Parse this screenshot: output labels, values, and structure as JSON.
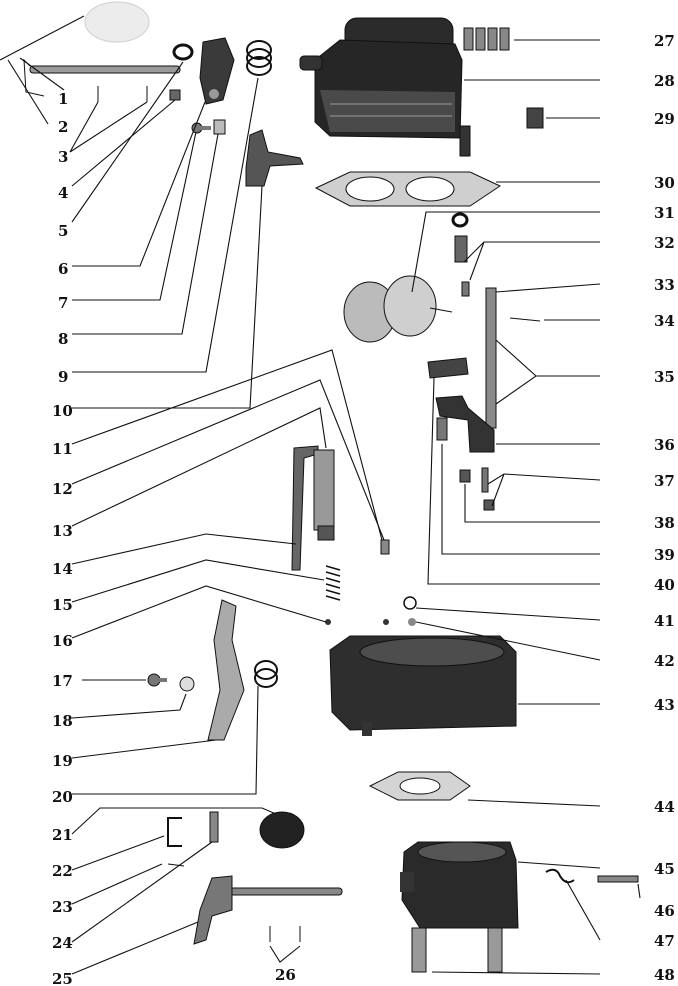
{
  "figure": {
    "callouts_left": [
      "1",
      "2",
      "3",
      "4",
      "5",
      "6",
      "7",
      "8",
      "9",
      "10",
      "11",
      "12",
      "13",
      "14",
      "15",
      "16",
      "17",
      "18",
      "19",
      "20",
      "21",
      "22",
      "23",
      "24",
      "25",
      "26"
    ],
    "callouts_right": [
      "27",
      "28",
      "29",
      "30",
      "31",
      "32",
      "33",
      "34",
      "35",
      "36",
      "37",
      "38",
      "39",
      "40",
      "41",
      "42",
      "43",
      "44",
      "45",
      "46",
      "47",
      "48"
    ]
  },
  "colors": {
    "ink": "#111111",
    "casting_dark": "#2b2b2b",
    "metal_mid": "#7a7a7a",
    "metal_light": "#bdbdbd",
    "paper": "#ffffff"
  }
}
